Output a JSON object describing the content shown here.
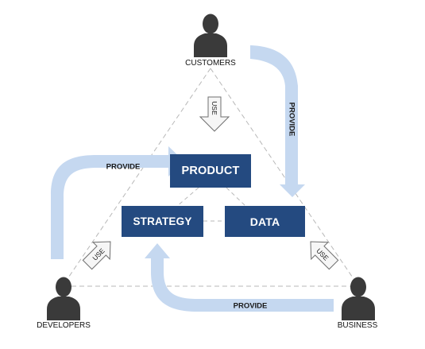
{
  "actors": {
    "customers": "CUSTOMERS",
    "developers": "DEVELOPERS",
    "business": "BUSINESS"
  },
  "boxes": {
    "product": "PRODUCT",
    "strategy": "STRATEGY",
    "data": "DATA"
  },
  "flows": {
    "customers_provide": "PROVIDE",
    "developers_provide": "PROVIDE",
    "business_provide": "PROVIDE",
    "customers_use": "USE",
    "developers_use": "USE",
    "business_use": "USE"
  },
  "colors": {
    "box_fill": "#244a80",
    "flow_arrow": "#c5d8f0",
    "person_icon": "#3a3a3a",
    "dashed_line": "#b8b8b8"
  }
}
